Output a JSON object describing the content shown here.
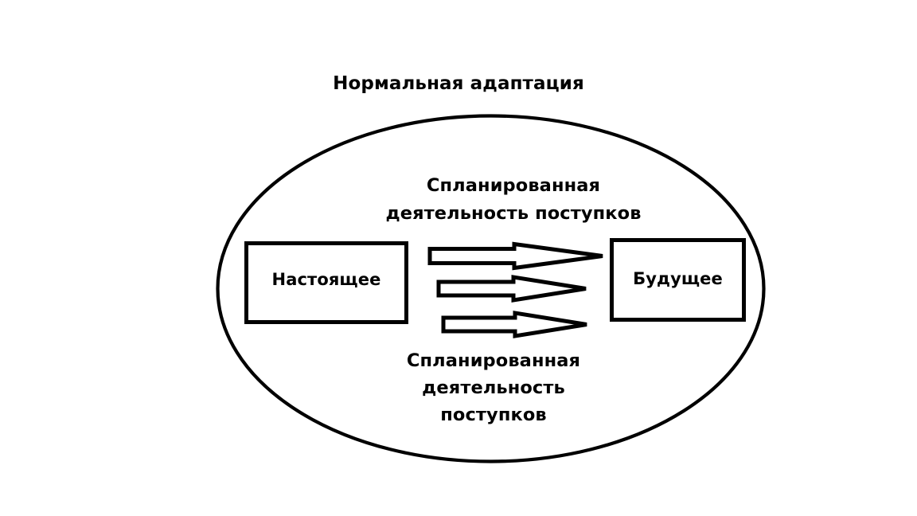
{
  "diagram": {
    "title": "Нормальная адаптация",
    "boundary": {
      "shape": "ellipse",
      "name": "normal-adaptation-boundary"
    },
    "nodes": [
      {
        "id": "present",
        "label": "Настоящее",
        "shape": "rectangle"
      },
      {
        "id": "future",
        "label": "Будущее",
        "shape": "rectangle"
      }
    ],
    "flow_labels": {
      "upper": "Спланированная\nдеятельность поступков",
      "lower": "Спланированная\nдеятельность\nпоступков"
    },
    "arrows": [
      {
        "id": "arrow-1",
        "from": "present",
        "to": "future",
        "style": "outlined-block-arrow"
      },
      {
        "id": "arrow-2",
        "from": "present",
        "to": "future",
        "style": "outlined-block-arrow"
      },
      {
        "id": "arrow-3",
        "from": "present",
        "to": "future",
        "style": "outlined-block-arrow"
      }
    ],
    "colors": {
      "stroke": "#000000",
      "fill": "#ffffff",
      "text": "#000000"
    }
  }
}
